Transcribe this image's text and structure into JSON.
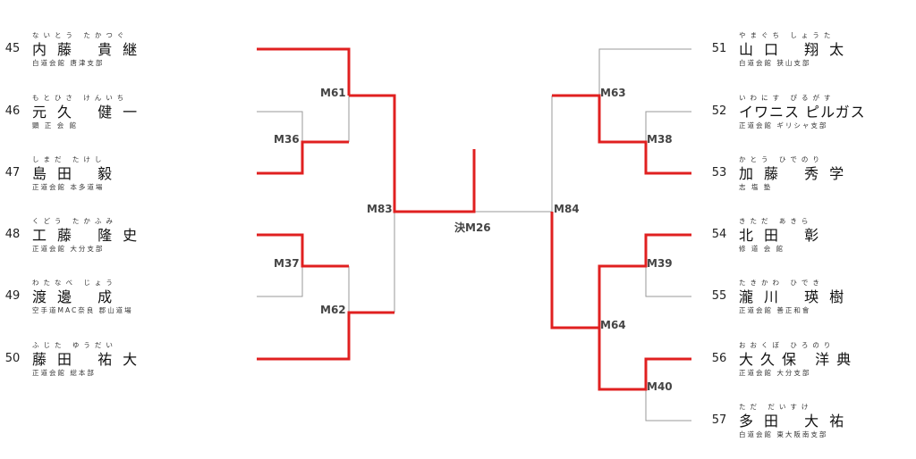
{
  "colors": {
    "win": "#e02020",
    "line": "#9a9a9a",
    "text": "#1a1a1a"
  },
  "left": [
    {
      "num": "45",
      "furi": "ないとう たかつぐ",
      "name": "内藤 貴継",
      "aff": "白道会館 唐津支部"
    },
    {
      "num": "46",
      "furi": "もとひさ けんいち",
      "name": "元久 健一",
      "aff": "顕 正 会 館"
    },
    {
      "num": "47",
      "furi": "しまだ たけし",
      "name": "島田 毅",
      "aff": "正道会館 本多道場"
    },
    {
      "num": "48",
      "furi": "くどう たかふみ",
      "name": "工藤 隆史",
      "aff": "正道会館 大分支部"
    },
    {
      "num": "49",
      "furi": "わたなべ じょう",
      "name": "渡邊 成",
      "aff": "空手道MAC奈良 郡山道場"
    },
    {
      "num": "50",
      "furi": "ふじた ゆうだい",
      "name": "藤田 祐大",
      "aff": "正道会館 総本部"
    }
  ],
  "right": [
    {
      "num": "51",
      "furi": "やまぐち しょうた",
      "name": "山口 翔太",
      "aff": "白道会館 狭山支部"
    },
    {
      "num": "52",
      "furi": "いわにす ぴるがす",
      "name": "イワニス ピルガス",
      "aff": "正道会館 ギリシャ支部"
    },
    {
      "num": "53",
      "furi": "かとう ひでのり",
      "name": "加藤 秀学",
      "aff": "志 塩 塾"
    },
    {
      "num": "54",
      "furi": "きただ あきら",
      "name": "北田 彰",
      "aff": "修 道 会 館"
    },
    {
      "num": "55",
      "furi": "たきかわ ひでき",
      "name": "瀧川 瑛樹",
      "aff": "正道会館 善正和會"
    },
    {
      "num": "56",
      "furi": "おおくぼ ひろのり",
      "name": "大久保 洋典",
      "aff": "正道会館 大分支部"
    },
    {
      "num": "57",
      "furi": "ただ だいすけ",
      "name": "多田 大祐",
      "aff": "白道会館 東大阪南支部"
    }
  ],
  "matches": {
    "m61": "M61",
    "m36": "M36",
    "m37": "M37",
    "m62": "M62",
    "m83": "M83",
    "final": "決M26",
    "m63": "M63",
    "m38": "M38",
    "m39": "M39",
    "m64": "M64",
    "m40": "M40",
    "m84": "M84"
  }
}
